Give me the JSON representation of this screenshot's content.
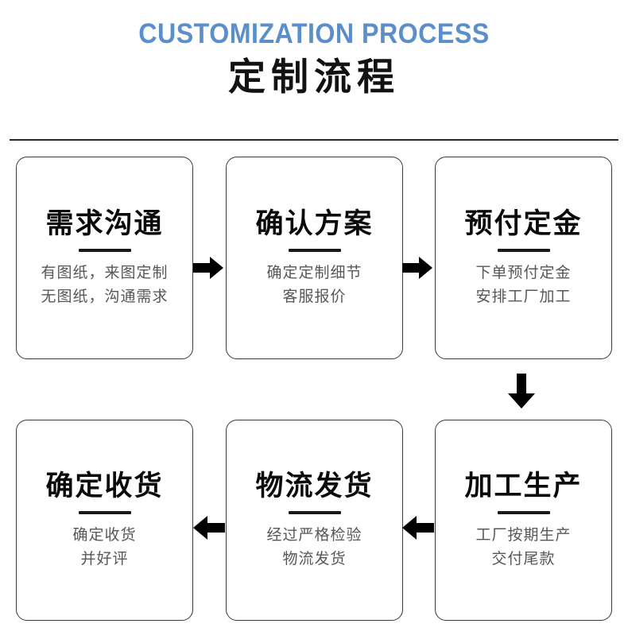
{
  "header": {
    "title_en": "CUSTOMIZATION PROCESS",
    "title_cn": "定制流程",
    "accent_color": "#5b8fcc",
    "rule_color": "#2b2b2b"
  },
  "flow": {
    "steps": [
      {
        "id": "step-1",
        "title": "需求沟通",
        "lines": [
          "有图纸，来图定制",
          "无图纸，沟通需求"
        ]
      },
      {
        "id": "step-2",
        "title": "确认方案",
        "lines": [
          "确定定制细节",
          "客服报价"
        ]
      },
      {
        "id": "step-3",
        "title": "预付定金",
        "lines": [
          "下单预付定金",
          "安排工厂加工"
        ]
      },
      {
        "id": "step-4",
        "title": "加工生产",
        "lines": [
          "工厂按期生产",
          "交付尾款"
        ]
      },
      {
        "id": "step-5",
        "title": "物流发货",
        "lines": [
          "经过严格检验",
          "物流发货"
        ]
      },
      {
        "id": "step-6",
        "title": "确定收货",
        "lines": [
          "确定收货",
          "并好评"
        ]
      }
    ],
    "connectors": [
      {
        "id": "connector-1-2",
        "icon": "arrow-right-icon",
        "direction": "right"
      },
      {
        "id": "connector-2-3",
        "icon": "arrow-right-icon",
        "direction": "right"
      },
      {
        "id": "connector-3-4",
        "icon": "arrow-down-icon",
        "direction": "down"
      },
      {
        "id": "connector-4-5",
        "icon": "arrow-left-icon",
        "direction": "left"
      },
      {
        "id": "connector-5-6",
        "icon": "arrow-left-icon",
        "direction": "left"
      }
    ]
  }
}
